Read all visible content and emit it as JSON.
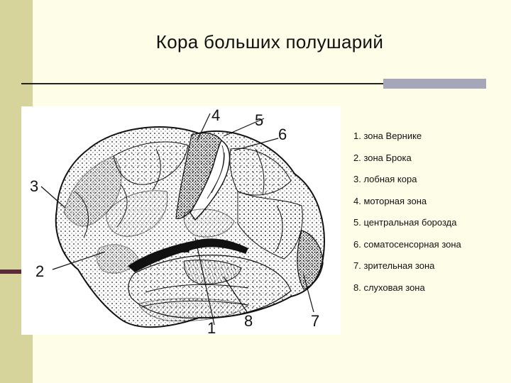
{
  "slide": {
    "title": "Кора больших полушарий"
  },
  "figure": {
    "callouts": [
      "1",
      "2",
      "3",
      "4",
      "5",
      "6",
      "7",
      "8"
    ]
  },
  "legend": {
    "items": [
      "1. зона Вернике",
      "2. зона Брока",
      "3. лобная кора",
      "4. моторная зона",
      "5. центральная борозда",
      "6. соматосенсорная зона",
      "7. зрительная зона",
      "8. слуховая зона"
    ]
  },
  "colors": {
    "background": "#fdfde8",
    "side_bar": "#d6d49a",
    "accent_block": "#a6a6ba"
  }
}
